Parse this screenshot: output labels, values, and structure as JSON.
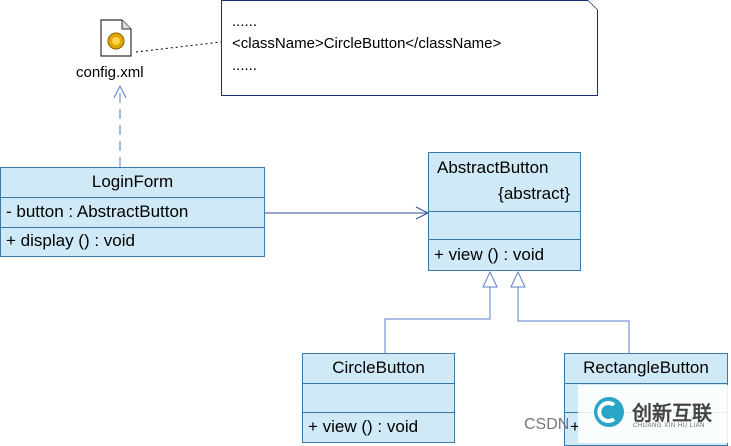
{
  "note": {
    "lines": [
      "......",
      "<className>CircleButton</className>",
      "......"
    ]
  },
  "config_file": {
    "label": "config.xml",
    "icon": "xml-file-icon"
  },
  "classes": {
    "login_form": {
      "name": "LoginForm",
      "attribute": "-  button  : AbstractButton",
      "operation": "+  display ()  : void"
    },
    "abstract_button": {
      "name": "AbstractButton",
      "stereotype": "{abstract}",
      "operation": "+  view ()  : void"
    },
    "circle_button": {
      "name": "CircleButton",
      "operation": "+  view ()  : void"
    },
    "rectangle_button": {
      "name": "RectangleButton",
      "operation": "+"
    }
  },
  "watermark": {
    "csdn": "CSDN",
    "brand": "创新互联",
    "brand_sub": "CHUANG XIN HU LIAN"
  },
  "colors": {
    "class_fill": "#cfeaf6",
    "class_border": "#3a78a8",
    "line": "#5b7fc4",
    "note_border": "#1f2c7a"
  }
}
